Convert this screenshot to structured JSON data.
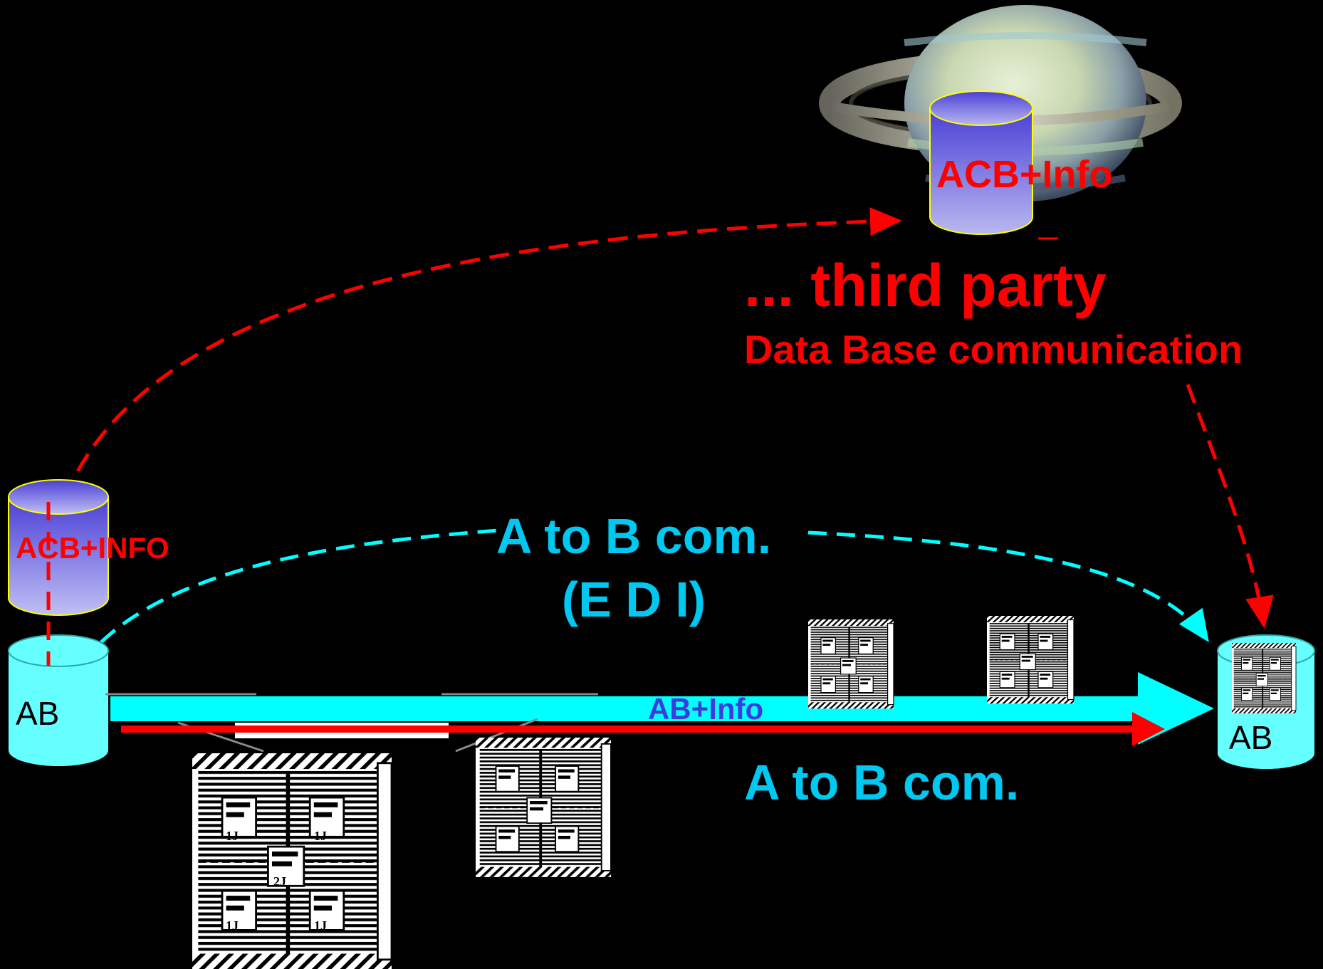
{
  "colors": {
    "background": "#000000",
    "red": "#ff0000",
    "cyan": "#00ffff",
    "label_cyan": "#00c8f0",
    "blue_text": "#3c3cdc",
    "db_top": "#4a3fd6",
    "db_bottom": "#b8b8f0",
    "db_light": "#66ffff",
    "db_outline": "#ffff00"
  },
  "third_party_db": {
    "label": "ACB+Info"
  },
  "third_party": {
    "title": "... third party",
    "subtitle": "Data Base communication"
  },
  "sender_db": {
    "label": "ACB+INFO",
    "name": "AB"
  },
  "receiver_db": {
    "name": "AB"
  },
  "edi": {
    "line1": "A to B com.",
    "line2": "(E D I)"
  },
  "physical_flow": {
    "label": "AB+Info"
  },
  "direct_comm": {
    "label": "A to B com."
  },
  "pallet_labels": {
    "small": "1J",
    "center": "2J"
  },
  "icons": {
    "planet": "planet-icon",
    "database": "database-icon",
    "pallet": "pallet-icon"
  }
}
